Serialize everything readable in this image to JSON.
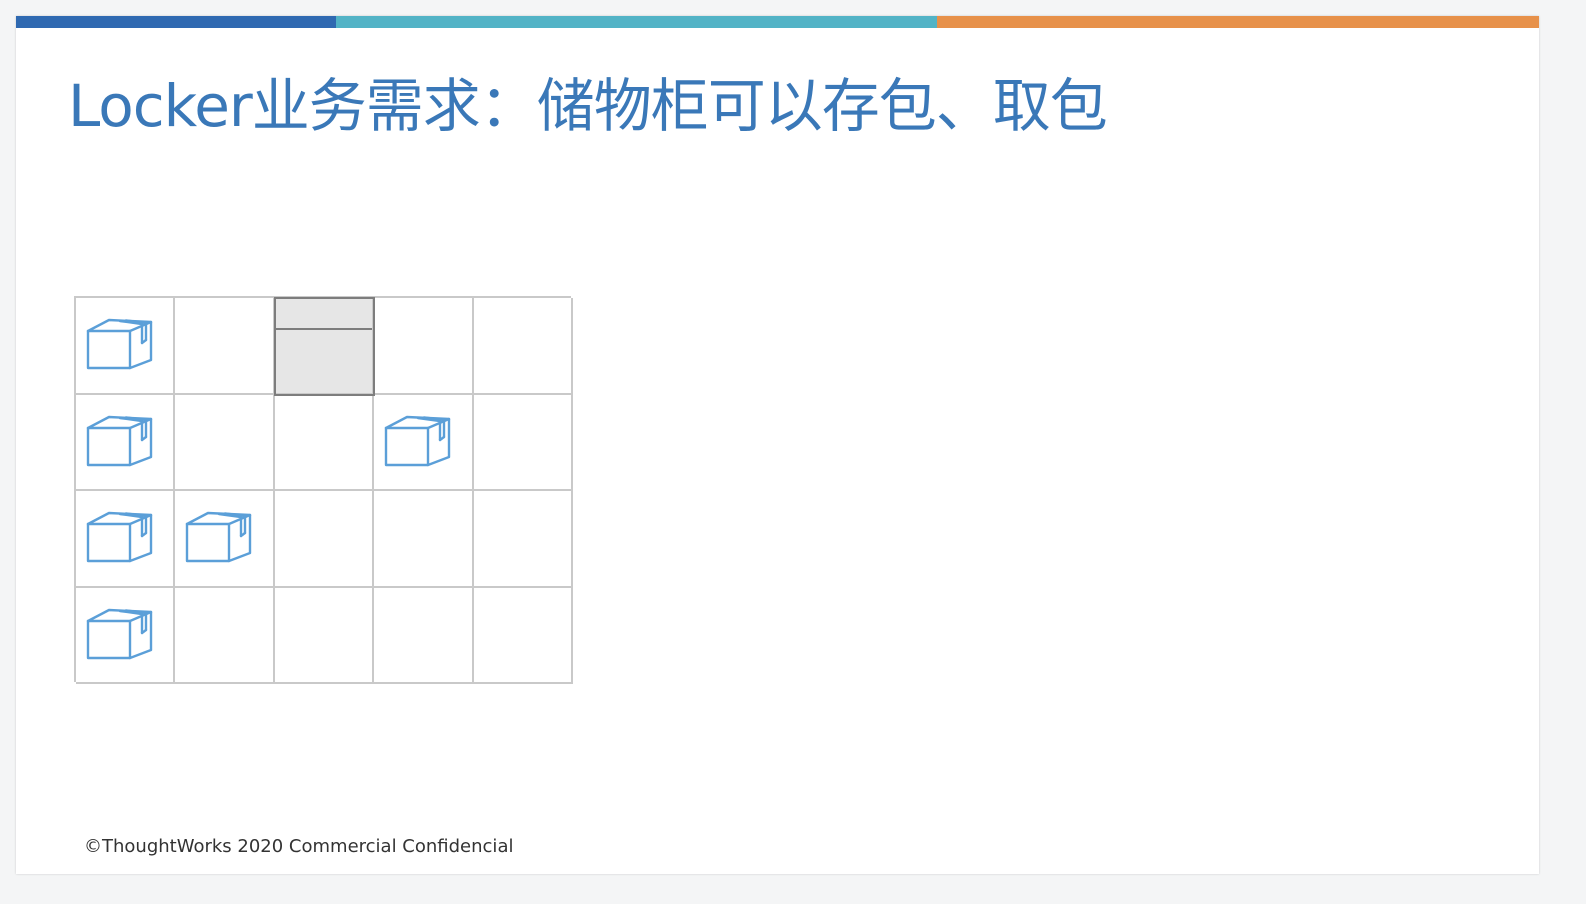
{
  "title": "Locker业务需求：储物柜可以存包、取包",
  "colors": {
    "title": "#3a78b8",
    "bar": [
      "#2f69b1",
      "#52b3c6",
      "#e7914a"
    ],
    "package_icon": "#5b9fd8"
  },
  "locker": {
    "rows": 4,
    "cols": 5,
    "cells": [
      [
        "package",
        "empty",
        "selected",
        "empty",
        "empty"
      ],
      [
        "package",
        "empty",
        "empty",
        "package",
        "empty"
      ],
      [
        "package",
        "package",
        "empty",
        "empty",
        "empty"
      ],
      [
        "package",
        "empty",
        "empty",
        "empty",
        "empty"
      ]
    ],
    "icon": "package-box-icon"
  },
  "footer": "©ThoughtWorks 2020 Commercial Confidencial"
}
